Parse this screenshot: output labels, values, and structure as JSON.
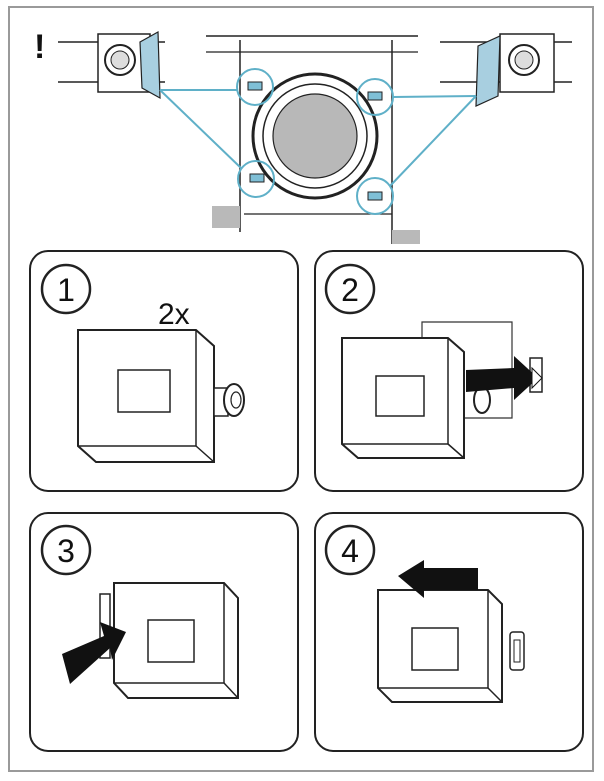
{
  "warning_mark": "!",
  "panels": [
    {
      "step_number": "1",
      "note": "2x"
    },
    {
      "step_number": "2",
      "note": ""
    },
    {
      "step_number": "3",
      "note": ""
    },
    {
      "step_number": "4",
      "note": ""
    }
  ],
  "colors": {
    "accent": "#5fb0c8",
    "gray_fill": "#b9b9b9",
    "line": "#222222",
    "frame": "#9a9a9a"
  },
  "icons": [
    "washing-machine-icon",
    "spacer-plate-icon",
    "arrow-icon"
  ]
}
